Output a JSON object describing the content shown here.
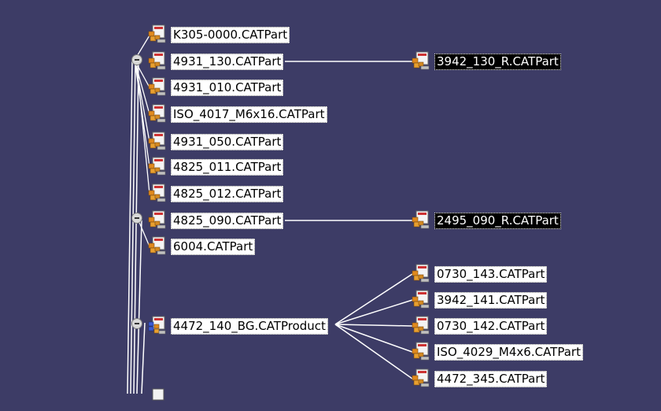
{
  "tree": {
    "root_children": [
      {
        "label": "K305-0000.CATPart",
        "type": "part"
      },
      {
        "label": "4931_130.CATPart",
        "type": "part",
        "expanded": true
      },
      {
        "label": "4931_010.CATPart",
        "type": "part"
      },
      {
        "label": "ISO_4017_M6x16.CATPart",
        "type": "part"
      },
      {
        "label": "4931_050.CATPart",
        "type": "part"
      },
      {
        "label": "4825_011.CATPart",
        "type": "part"
      },
      {
        "label": "4825_012.CATPart",
        "type": "part"
      },
      {
        "label": "4825_090.CATPart",
        "type": "part",
        "expanded": true
      },
      {
        "label": "6004.CATPart",
        "type": "part"
      },
      {
        "label": "4472_140_BG.CATProduct",
        "type": "product",
        "expanded": true
      }
    ],
    "linked": [
      {
        "label": "3942_130_R.CATPart",
        "selected": true
      },
      {
        "label": "2495_090_R.CATPart",
        "selected": true
      }
    ],
    "product_children": [
      {
        "label": "0730_143.CATPart"
      },
      {
        "label": "3942_141.CATPart"
      },
      {
        "label": "0730_142.CATPart"
      },
      {
        "label": "ISO_4029_M4x6.CATPart"
      },
      {
        "label": "4472_345.CATPart"
      }
    ]
  },
  "colors": {
    "background": "#3d3c66",
    "connector": "#ffffff",
    "selected_bg": "#000000"
  }
}
